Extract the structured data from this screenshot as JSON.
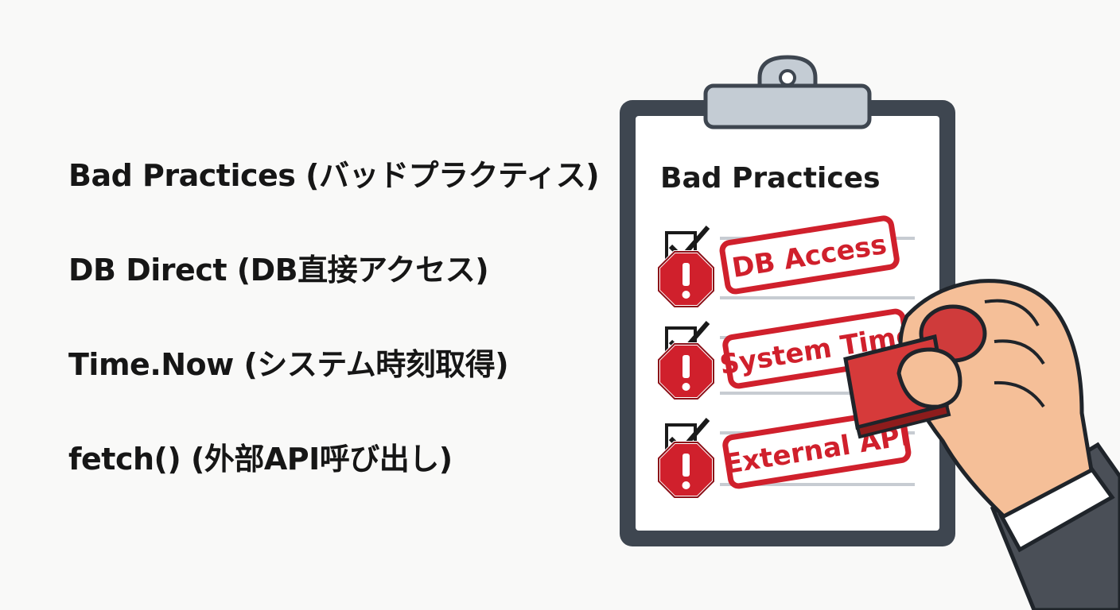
{
  "left_list": {
    "items": [
      "Bad Practices (バッドプラクティス)",
      "DB Direct (DB直接アクセス)",
      "Time.Now (システム時刻取得)",
      "fetch() (外部API呼び出し)"
    ]
  },
  "clipboard": {
    "title": "Bad Practices",
    "stamps": [
      "DB Access",
      "System Time",
      "External API"
    ]
  },
  "icons": {
    "checkbox": "checkbox-checked-icon",
    "warning": "stop-warning-icon",
    "stamp": "rubber-stamp-icon",
    "hand": "hand-icon"
  },
  "colors": {
    "stamp_red": "#d0202c",
    "board_frame": "#3e4650",
    "clip_gray": "#c4ccd4",
    "skin": "#f5bf98",
    "suit": "#4a4f57"
  }
}
